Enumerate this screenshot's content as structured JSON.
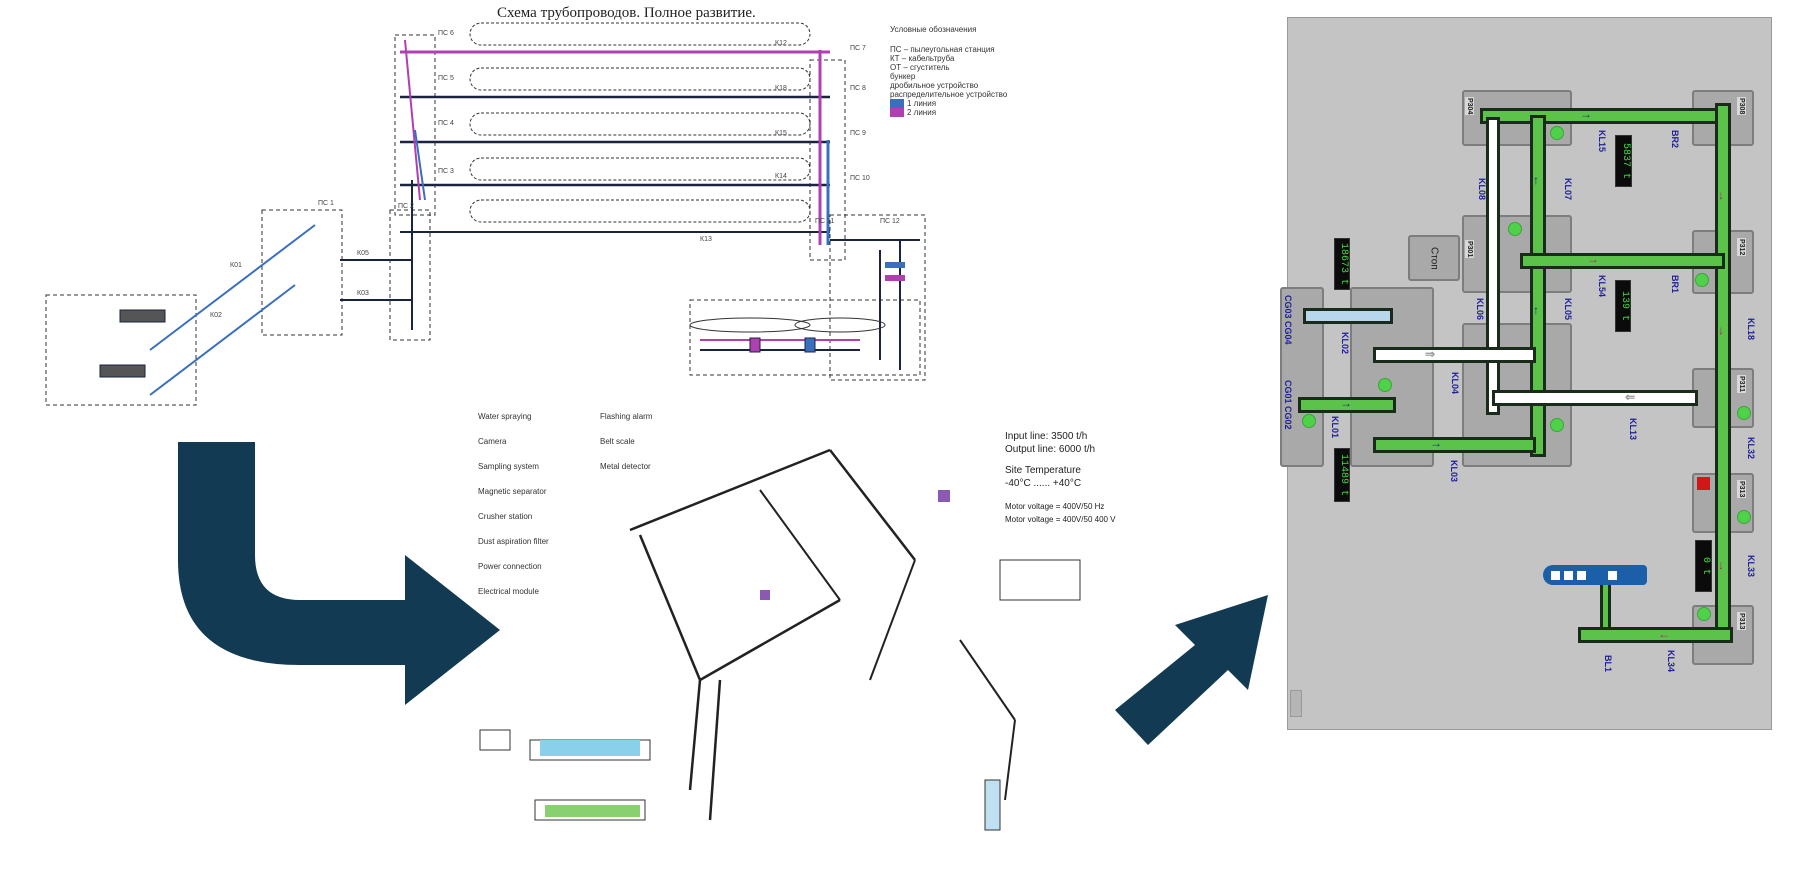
{
  "left_diagram": {
    "title": "Схема трубопроводов. Полное развитие.",
    "legend_header": "Условные обозначения",
    "legend_items": [
      "ПС – пылеугольная станция",
      "КТ – кабельтруба",
      "ОТ – сгуститель",
      "бункер",
      "дробильное устройство",
      "распределительное устройство",
      "1 линия",
      "2 линия"
    ],
    "line_labels": [
      "К12",
      "К18",
      "К15",
      "К14",
      "К13",
      "К05",
      "К03",
      "К01",
      "К02"
    ],
    "station_labels": [
      "ПС 1",
      "ПС 2",
      "ПС 3",
      "ПС 4",
      "ПС 5",
      "ПС 6",
      "ПС 7",
      "ПС 8",
      "ПС 9",
      "ПС 10",
      "ПС 11",
      "ПС 12"
    ],
    "colors": {
      "line1": "#3a6fc0",
      "line2": "#b040b0",
      "pipe": "#1a2440"
    }
  },
  "middle_diagram": {
    "legend_items": [
      "Water spraying",
      "Camera",
      "Sampling system",
      "Magnetic separator",
      "Crusher station",
      "Dust aspiration filter",
      "Power connection",
      "Electrical module",
      "Flashing alarm",
      "Belt scale",
      "Metal detector"
    ],
    "notes": {
      "input_line": "Input line: 3500 t/h",
      "output_line": "Output line: 6000 t/h",
      "site_temp_title": "Site Temperature",
      "site_temp_range": "-40°C ...... +40°C",
      "motor_voltage_1": "Motor voltage = 400V/50 Hz",
      "motor_voltage_2": "Motor voltage = 400V/50 400 V"
    }
  },
  "arrow_color": "#123a52",
  "scada_panel": {
    "conveyors": [
      "KL15",
      "KL07",
      "KL08",
      "KL54",
      "KL05",
      "KL06",
      "KL02",
      "KL04",
      "KL01",
      "KL03",
      "KL13",
      "KL18",
      "KL32",
      "KL33",
      "KL34",
      "BL1",
      "BR1",
      "BR2"
    ],
    "piles": [
      "P304",
      "P308",
      "P301",
      "P312",
      "P311",
      "P313",
      "P313"
    ],
    "crushers": {
      "cg_top": "CG03 CG04",
      "cg_bottom": "CG01 CG02"
    },
    "stop_block": "Стоп",
    "displays": {
      "d1": "5837 t",
      "d2": "139 t",
      "d3": "18673 t",
      "d4": "11489 t",
      "d5": "0 t"
    },
    "colors": {
      "running": "#5cc34a",
      "idle": "#ffffff",
      "ship": "#1a5fa8",
      "background": "#c4c4c4",
      "alarm": "#d01818"
    }
  }
}
